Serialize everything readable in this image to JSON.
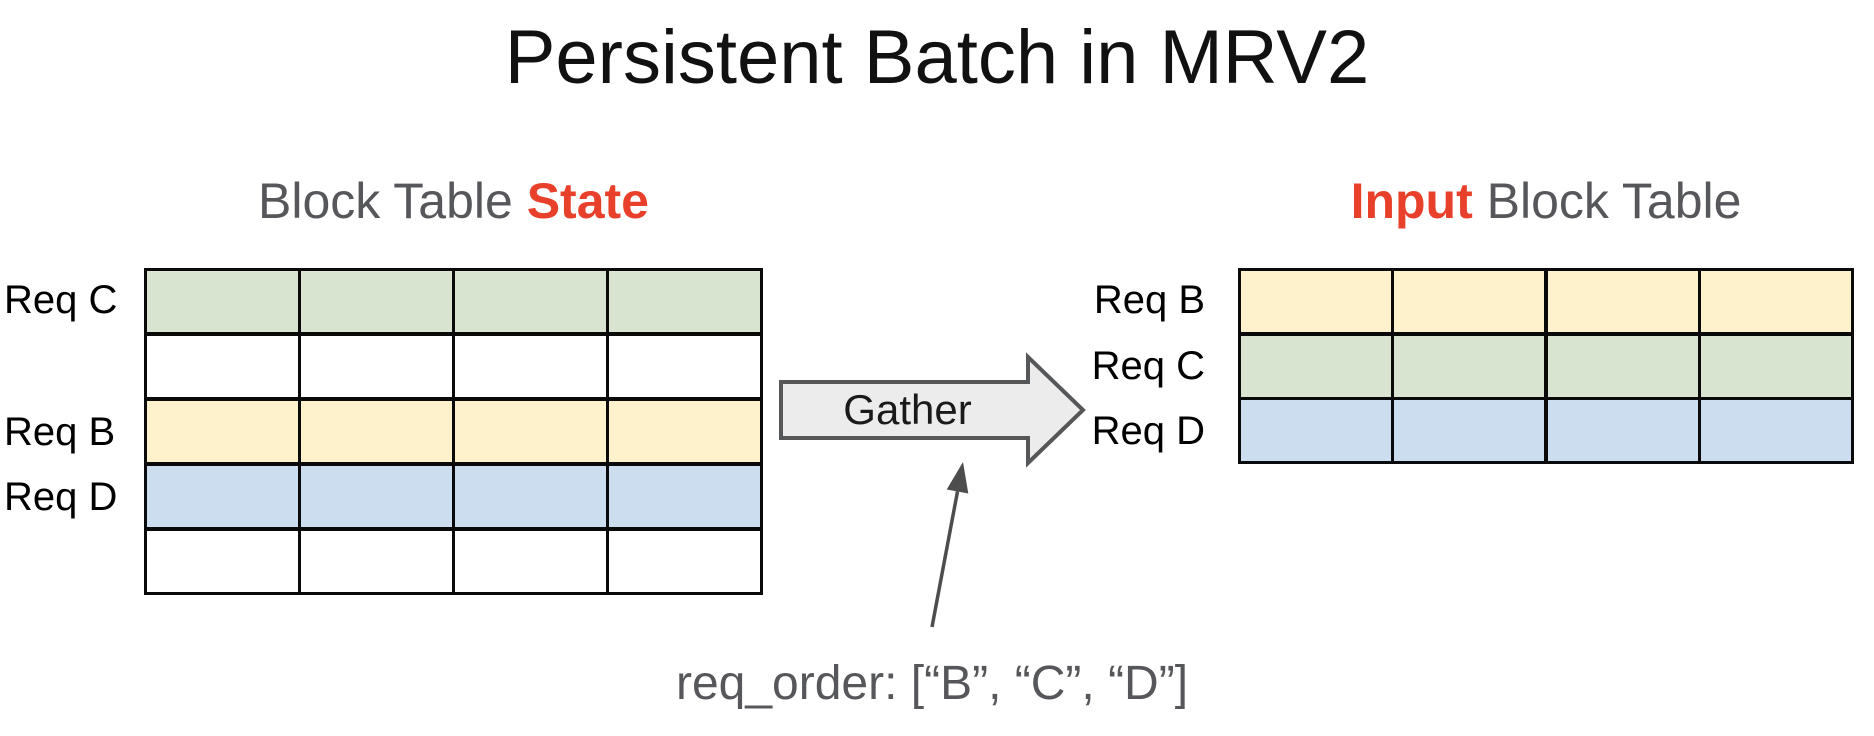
{
  "title": "Persistent Batch in MRV2",
  "colors": {
    "accent_red": "#e8402a",
    "heading_gray": "#56575a",
    "border_black": "#0a0a0a",
    "green": "#d9e4d0",
    "yellow": "#fdf2cc",
    "blue": "#cdddf0",
    "white": "#ffffff",
    "arrow_fill": "#ececec",
    "arrow_border": "#555759",
    "annotation_arrow": "#4d4d4d"
  },
  "left_table": {
    "heading": {
      "prefix": "Block Table ",
      "highlight": "State"
    },
    "columns": 4,
    "rows": [
      {
        "label": "Req C",
        "color": "green"
      },
      {
        "label": "",
        "color": "white"
      },
      {
        "label": "Req B",
        "color": "yellow"
      },
      {
        "label": "Req D",
        "color": "blue"
      },
      {
        "label": "",
        "color": "white"
      }
    ]
  },
  "right_table": {
    "heading": {
      "highlight": "Input",
      "suffix": " Block Table"
    },
    "columns": 4,
    "rows": [
      {
        "label": "Req B",
        "color": "yellow"
      },
      {
        "label": "Req C",
        "color": "green"
      },
      {
        "label": "Req D",
        "color": "blue"
      }
    ]
  },
  "gather_arrow": {
    "label": "Gather"
  },
  "annotation": {
    "text": "req_order: [“B”, “C”, “D”]"
  }
}
